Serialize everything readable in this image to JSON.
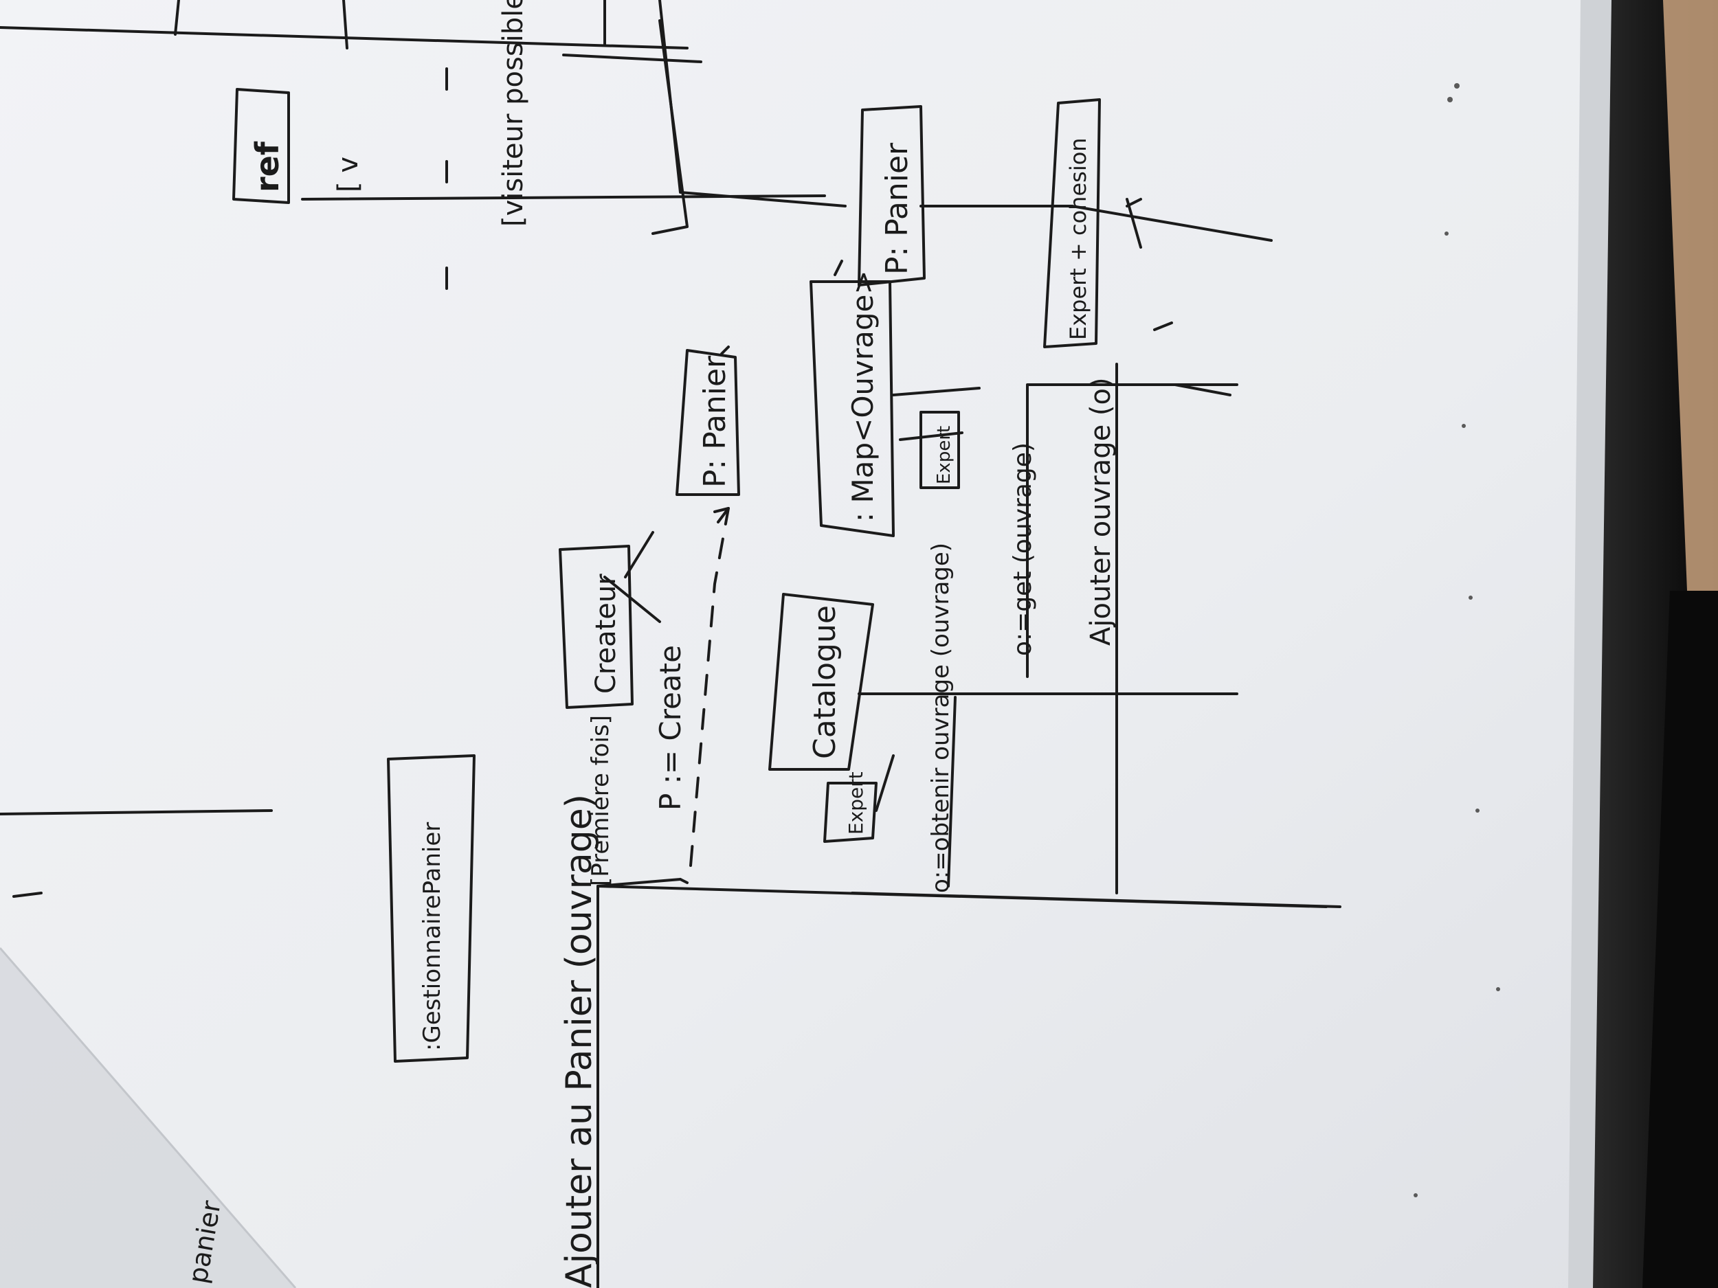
{
  "colors": {
    "board": "#eef0f3",
    "board_shade": "#dcdee3",
    "ink": "#1b1b1b",
    "frame": "#0e0e0e",
    "wall": "#c9a27e",
    "tray": "#cfd2d6"
  },
  "diagram": {
    "lifelines": {
      "gestionnaire": ":GestionnairePanier",
      "createur": "Createur",
      "panier_created": "P: Panier",
      "catalogue": "Catalogue",
      "map_ouvrage": ": Map<Ouvrage>",
      "panier": "P: Panier"
    },
    "messages": {
      "ajouter_au_panier": "Ajouter au Panier (ouvrage)",
      "premiere_fois": "[Premiere fois]",
      "create": "P := Create",
      "obtenir_ouvrage": "o:=obtenir ouvrage (ouvrage)",
      "get_ouvrage": "o:=get (ouvrage)",
      "ajouter_ouvrage": "Ajouter ouvrage (o)"
    },
    "notes": {
      "createur_tag": "Createur",
      "expert_catalogue": "Expert",
      "expert_map": "Expert",
      "expert_cohesion": "Expert + cohesion"
    },
    "top_fragment": {
      "ref": "ref",
      "guard": "[visiteur possible",
      "bracket_v": "[ v"
    },
    "left_edge_fragment": "panier"
  }
}
